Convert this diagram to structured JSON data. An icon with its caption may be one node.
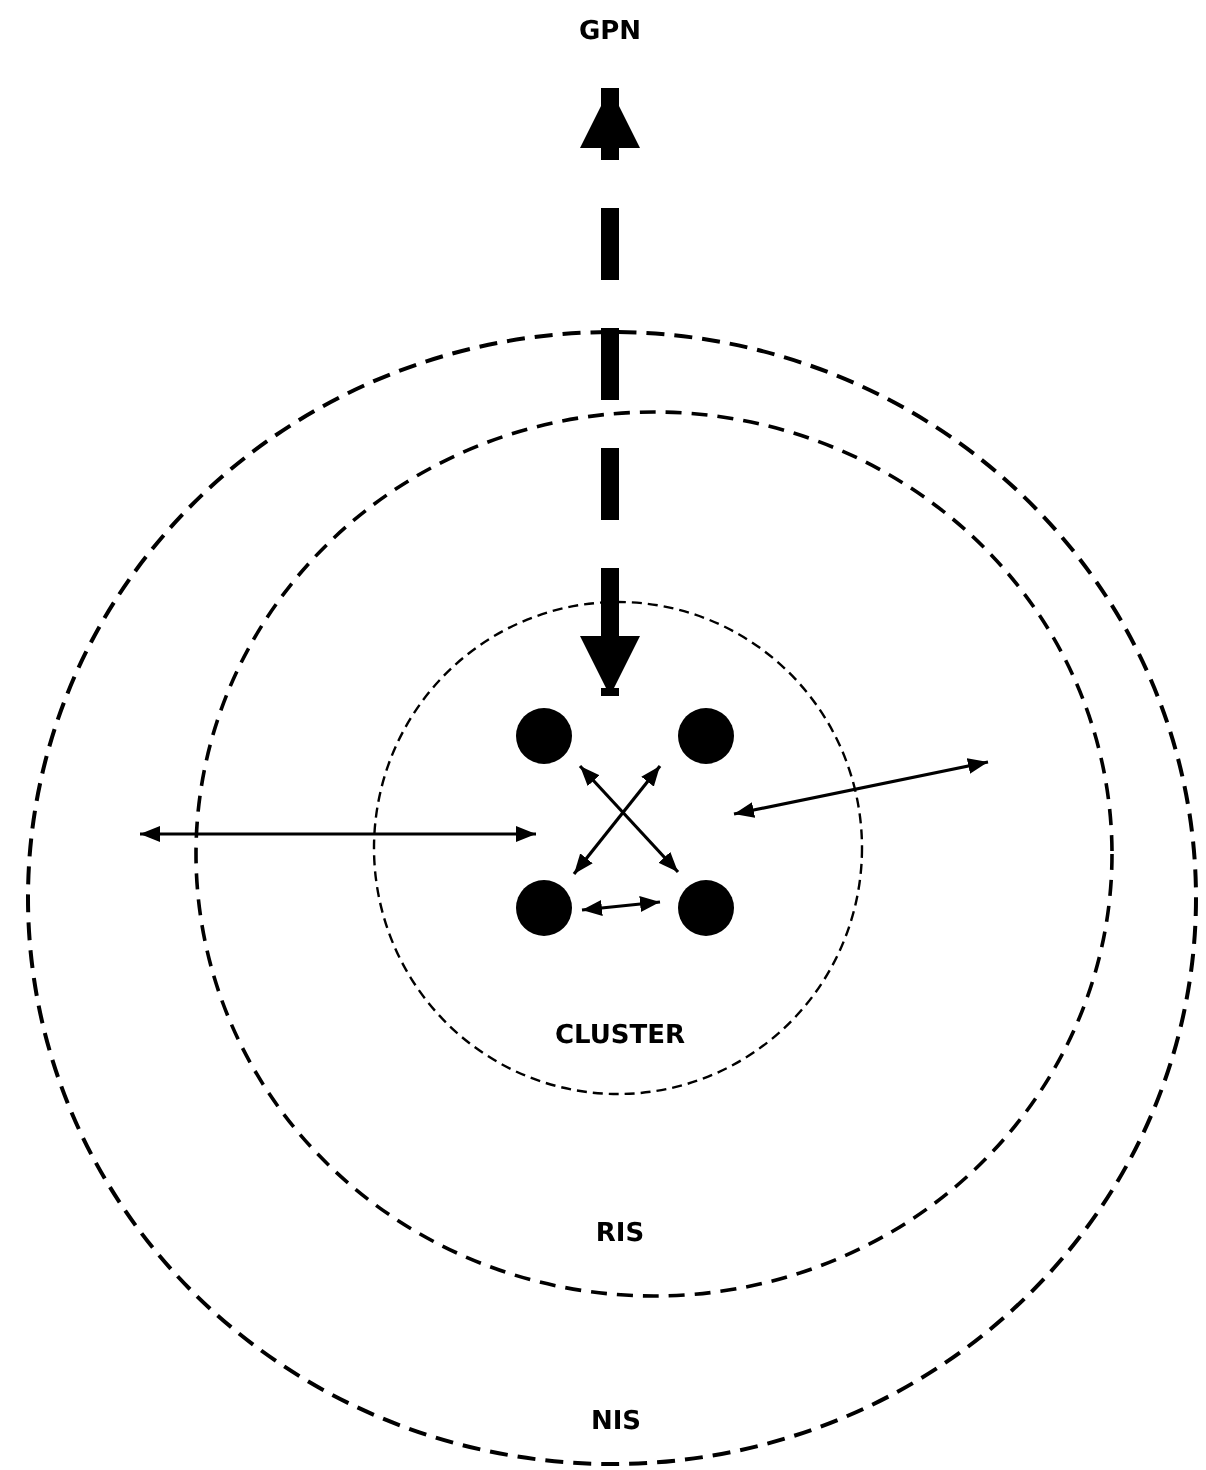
{
  "diagram": {
    "nodes": [
      {
        "text": [
          "GPN"
        ]
      },
      {
        "text": [
          "NIS"
        ]
      },
      {
        "text": [
          "RIS"
        ],
        "in": 1
      },
      {
        "text": [
          "CLUSTER"
        ],
        "in": 2
      },
      {
        "text": [],
        "shape": "circle",
        "in": 3
      },
      {
        "text": [],
        "shape": "circle",
        "in": 3
      },
      {
        "text": [],
        "shape": "circle",
        "in": 3
      },
      {
        "text": [],
        "shape": "circle",
        "in": 3
      }
    ],
    "edges": [
      {
        "from": 0,
        "to": 3,
        "arrow": "both",
        "style": "dashed"
      },
      {
        "from": 4,
        "to": 7,
        "arrow": "both"
      },
      {
        "from": 5,
        "to": 6,
        "arrow": "both"
      },
      {
        "from": 6,
        "to": 7,
        "arrow": "both"
      },
      {
        "from": 1,
        "to": 6,
        "arrow": "both"
      },
      {
        "from": 5,
        "to": null,
        "arrow": "both"
      }
    ]
  }
}
